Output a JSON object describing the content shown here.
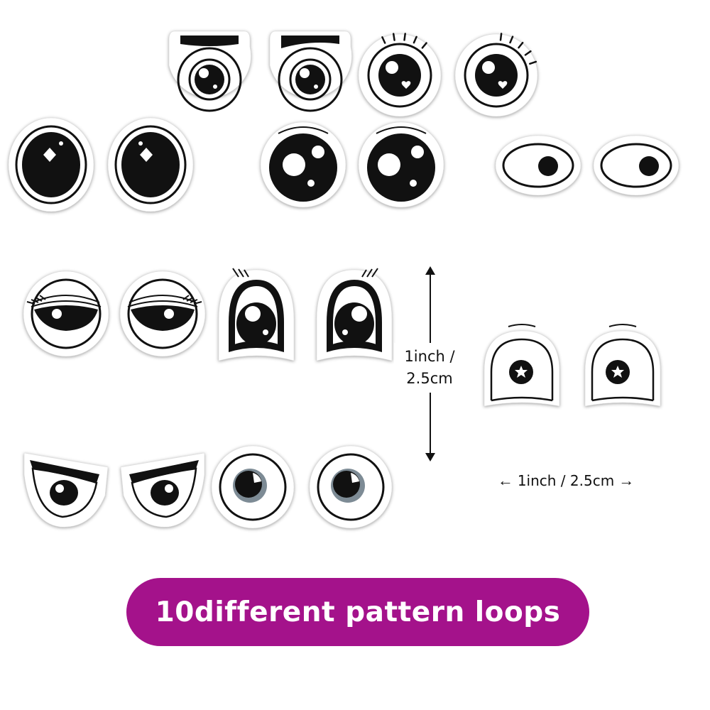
{
  "stickers": [
    {
      "style": "brow-eye",
      "variant": 0
    },
    {
      "style": "brow-eye",
      "variant": 1
    },
    {
      "style": "lash-heart-eye",
      "variant": 0
    },
    {
      "style": "lash-heart-eye",
      "variant": 1
    },
    {
      "style": "oval-diamond-eye",
      "variant": 0
    },
    {
      "style": "oval-diamond-eye",
      "variant": 1
    },
    {
      "style": "big-pupil-eye",
      "variant": 0
    },
    {
      "style": "big-pupil-eye",
      "variant": 1
    },
    {
      "style": "side-glance-eye",
      "variant": 0
    },
    {
      "style": "side-glance-eye",
      "variant": 1
    },
    {
      "style": "sleepy-lash-eye",
      "variant": 0
    },
    {
      "style": "sleepy-lash-eye",
      "variant": 1
    },
    {
      "style": "cartoon-tall-eye",
      "variant": 0
    },
    {
      "style": "cartoon-tall-eye",
      "variant": 1
    },
    {
      "style": "star-pupil-eye",
      "variant": 0
    },
    {
      "style": "star-pupil-eye",
      "variant": 1
    },
    {
      "style": "angry-eye",
      "variant": 0
    },
    {
      "style": "angry-eye",
      "variant": 1
    },
    {
      "style": "round-gray-eye",
      "variant": 0
    },
    {
      "style": "round-gray-eye",
      "variant": 1
    }
  ],
  "dimensions": {
    "vertical_line1": "1inch /",
    "vertical_line2": "2.5cm",
    "horizontal_label": "1inch / 2.5cm",
    "arrow_left": "←",
    "arrow_right": "→"
  },
  "banner": {
    "text": "10different pattern loops",
    "color": "#a4128b"
  }
}
